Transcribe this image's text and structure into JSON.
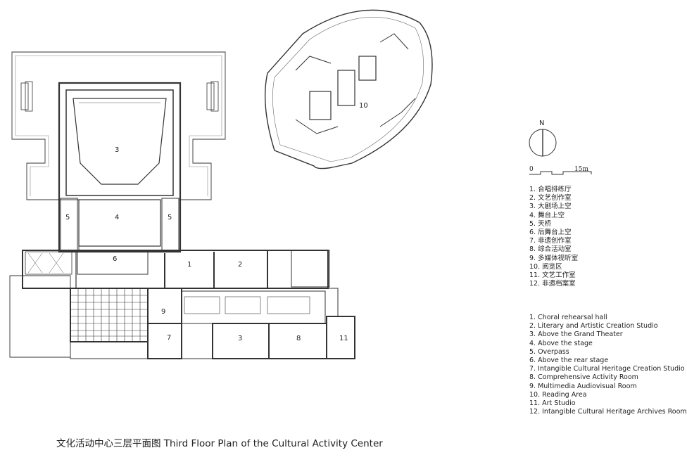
{
  "rooms": [
    {
      "id": "3",
      "label": "3"
    },
    {
      "id": "4",
      "label": "4"
    },
    {
      "id": "5a",
      "label": "5"
    },
    {
      "id": "5b",
      "label": "5"
    },
    {
      "id": "6",
      "label": "6"
    },
    {
      "id": "1",
      "label": "1"
    },
    {
      "id": "2",
      "label": "2"
    },
    {
      "id": "9",
      "label": "9"
    },
    {
      "id": "7",
      "label": "7"
    },
    {
      "id": "3b",
      "label": "3"
    },
    {
      "id": "8",
      "label": "8"
    },
    {
      "id": "11",
      "label": "11"
    },
    {
      "id": "10",
      "label": "10"
    }
  ],
  "north": {
    "label": "N"
  },
  "scale": {
    "start": "0",
    "end": "15m"
  },
  "legend_cn": [
    "1. 合唱排练厅",
    "2. 文艺创作室",
    "3. 大剧场上空",
    "4. 舞台上空",
    "5. 天桥",
    "6. 后舞台上空",
    "7. 非遗创作室",
    "8. 综合活动室",
    "9. 多媒体视听室",
    "10. 阅览区",
    "11. 文艺工作室",
    "12. 非遗档案室"
  ],
  "legend_en": [
    "1. Choral rehearsal hall",
    "2. Literary and Artistic Creation Studio",
    "3. Above the Grand Theater",
    "4. Above the stage",
    "5. Overpass",
    "6. Above the rear stage",
    "7. Intangible Cultural Heritage Creation Studio",
    "8. Comprehensive Activity Room",
    "9. Multimedia Audiovisual Room",
    "10. Reading Area",
    "11. Art Studio",
    "12. Intangible Cultural Heritage Archives Room"
  ],
  "caption": "文化活动中心三层平面图 Third Floor Plan of the Cultural Activity Center"
}
